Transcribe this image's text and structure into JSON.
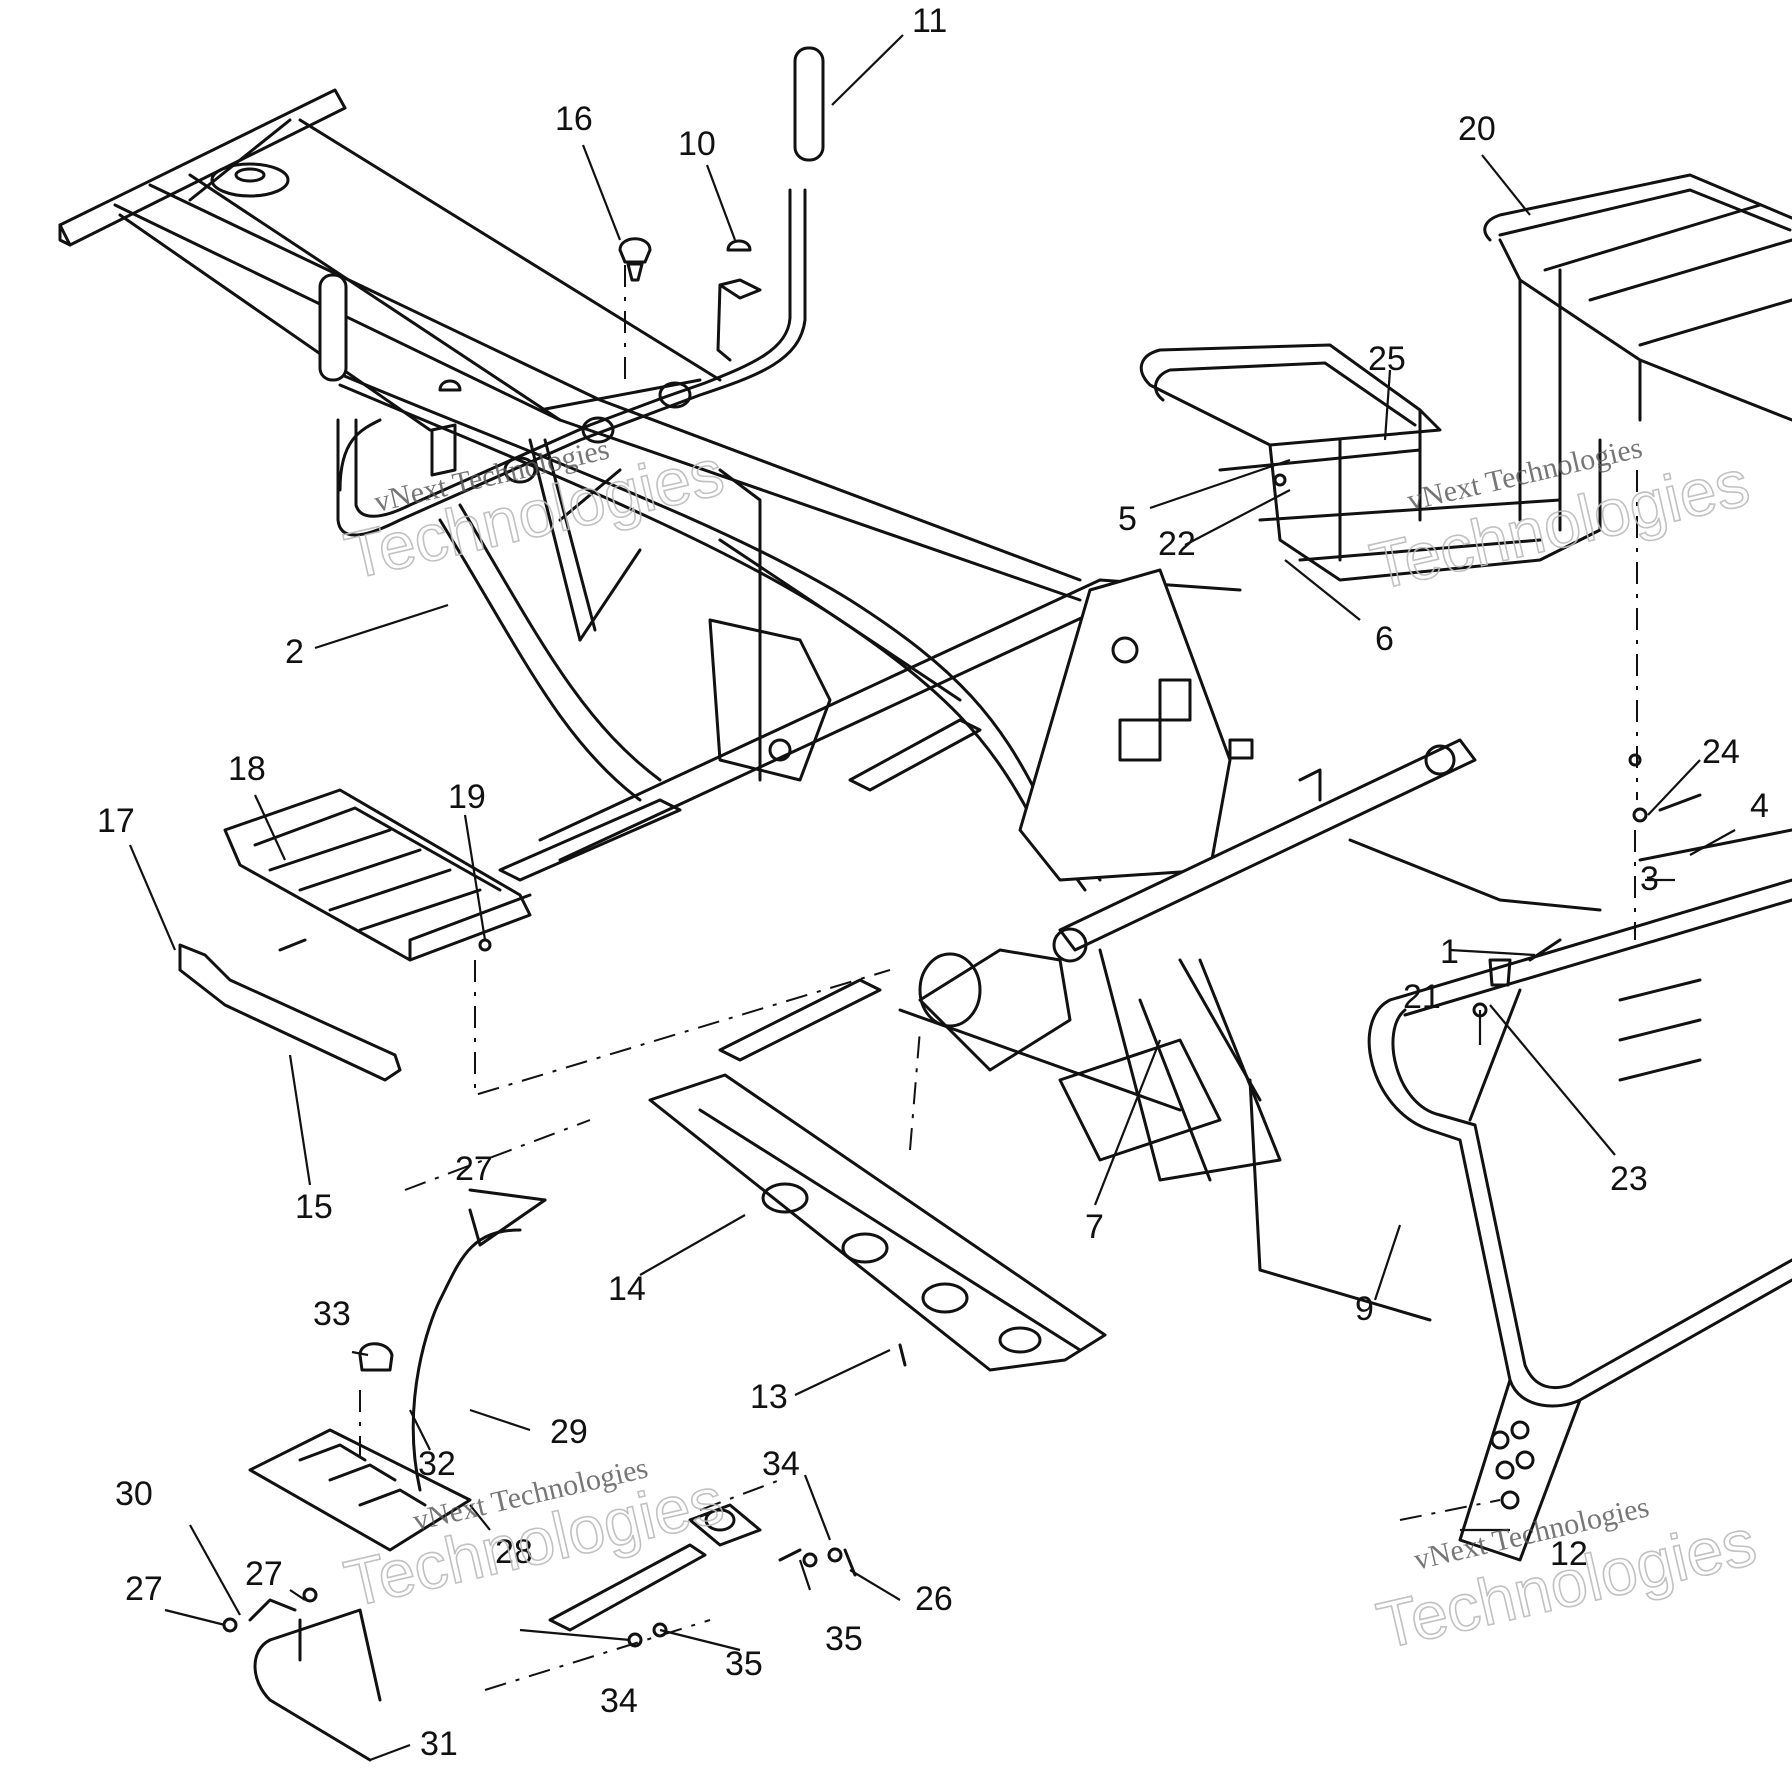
{
  "callouts": [
    {
      "n": "1"
    },
    {
      "n": "2"
    },
    {
      "n": "3"
    },
    {
      "n": "4"
    },
    {
      "n": "5"
    },
    {
      "n": "6"
    },
    {
      "n": "7"
    },
    {
      "n": "9"
    },
    {
      "n": "10"
    },
    {
      "n": "11"
    },
    {
      "n": "12"
    },
    {
      "n": "13"
    },
    {
      "n": "14"
    },
    {
      "n": "15"
    },
    {
      "n": "16"
    },
    {
      "n": "17"
    },
    {
      "n": "18"
    },
    {
      "n": "19"
    },
    {
      "n": "20"
    },
    {
      "n": "21"
    },
    {
      "n": "22"
    },
    {
      "n": "23"
    },
    {
      "n": "24"
    },
    {
      "n": "25"
    },
    {
      "n": "26"
    },
    {
      "n": "27"
    },
    {
      "n": "27"
    },
    {
      "n": "27"
    },
    {
      "n": "28"
    },
    {
      "n": "29"
    },
    {
      "n": "30"
    },
    {
      "n": "31"
    },
    {
      "n": "32"
    },
    {
      "n": "33"
    },
    {
      "n": "34"
    },
    {
      "n": "34"
    },
    {
      "n": "35"
    },
    {
      "n": "35"
    }
  ],
  "watermarks": [
    {
      "small": "vNext Technologies",
      "big": "Technologies"
    },
    {
      "small": "vNext Technologies",
      "big": "Technologies"
    },
    {
      "small": "vNext Technologies",
      "big": "Technologies"
    },
    {
      "small": "vNext Technologies",
      "big": "Technologies"
    }
  ],
  "colors": {
    "line": "#111111",
    "background": "#ffffff",
    "watermark": "#bbbbbb"
  }
}
